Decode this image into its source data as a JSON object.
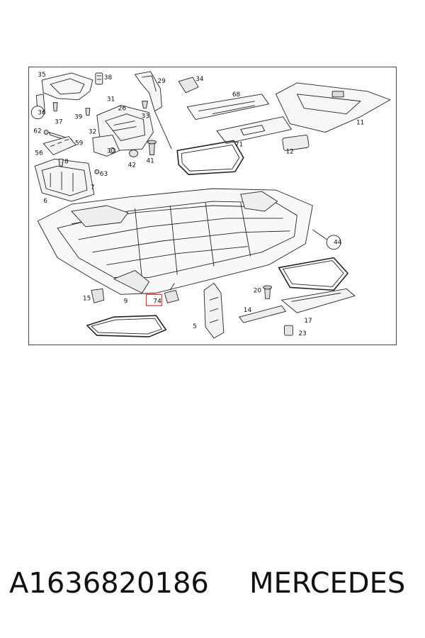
{
  "diagram": {
    "callouts": [
      "35",
      "38",
      "29",
      "34",
      "36",
      "31",
      "26",
      "33",
      "37",
      "39",
      "62",
      "59",
      "32",
      "30",
      "56",
      "8",
      "42",
      "41",
      "63",
      "6",
      "7",
      "68",
      "71",
      "11",
      "12",
      "44",
      "15",
      "9",
      "74",
      "20",
      "14",
      "17",
      "5",
      "23"
    ],
    "highlight_callout": "74",
    "highlight_color": "#e53935"
  },
  "caption": {
    "part_number": "A1636820186",
    "brand": "MERCEDES"
  }
}
